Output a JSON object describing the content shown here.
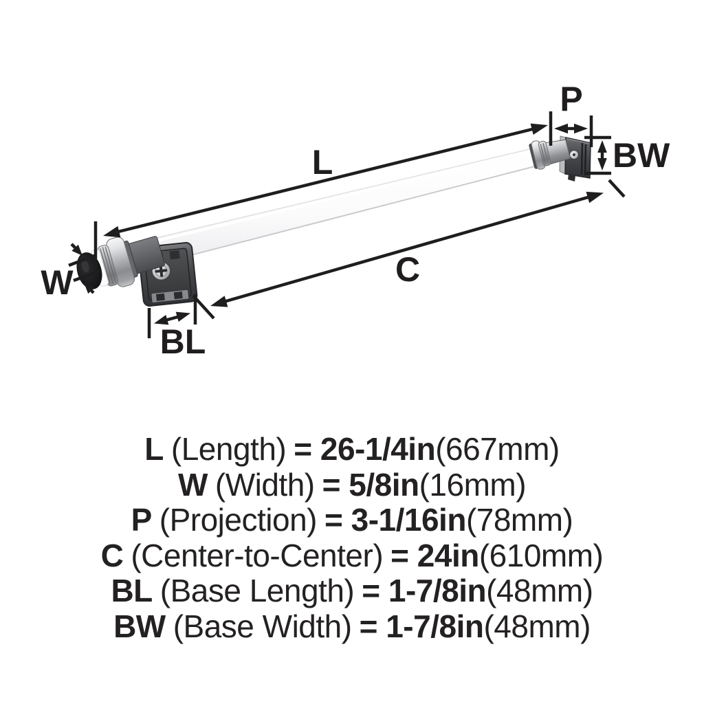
{
  "diagram": {
    "dim_labels": {
      "L": "L",
      "W": "W",
      "P": "P",
      "C": "C",
      "BL": "BL",
      "BW": "BW"
    }
  },
  "specs": [
    {
      "abbr": "L",
      "name": "(Length)",
      "value": "= 26-1/4in",
      "metric": "(667mm)"
    },
    {
      "abbr": "W",
      "name": "(Width)",
      "value": "= 5/8in",
      "metric": "(16mm)"
    },
    {
      "abbr": "P",
      "name": "(Projection)",
      "value": "= 3-1/16in",
      "metric": "(78mm)"
    },
    {
      "abbr": "C",
      "name": "(Center-to-Center)",
      "value": "= 24in",
      "metric": "(610mm)"
    },
    {
      "abbr": "BL",
      "name": "(Base Length)",
      "value": "= 1-7/8in",
      "metric": "(48mm)"
    },
    {
      "abbr": "BW",
      "name": "(Base Width)",
      "value": "= 1-7/8in",
      "metric": "(48mm)"
    }
  ],
  "colors": {
    "ink": "#1f1d1e",
    "bracket_dark": "#3c3d40",
    "bracket_mid": "#5b5c60",
    "chrome_light": "#f2f2f3",
    "chrome_dark": "#828387",
    "bar_fill": "#fcfcfd",
    "bar_edge": "#d9dadc"
  }
}
